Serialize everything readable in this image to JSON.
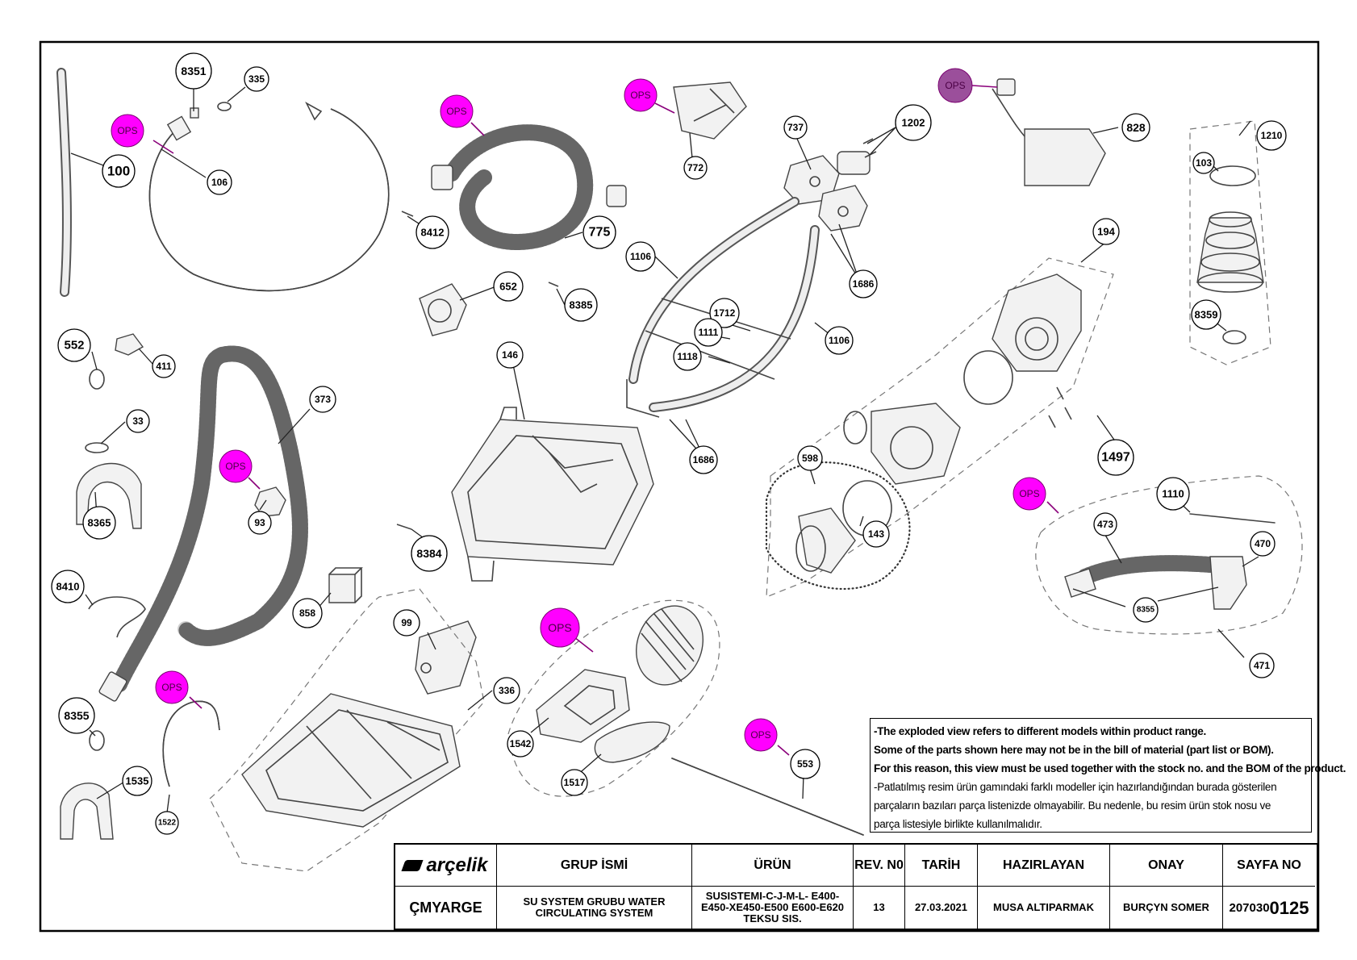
{
  "callouts": [
    {
      "id": "c100",
      "label": "100"
    },
    {
      "id": "c8351",
      "label": "8351"
    },
    {
      "id": "c335",
      "label": "335"
    },
    {
      "id": "c106",
      "label": "106"
    },
    {
      "id": "c775",
      "label": "775"
    },
    {
      "id": "c8412",
      "label": "8412"
    },
    {
      "id": "c652",
      "label": "652"
    },
    {
      "id": "c8385",
      "label": "8385"
    },
    {
      "id": "c772",
      "label": "772"
    },
    {
      "id": "c737",
      "label": "737"
    },
    {
      "id": "c1202",
      "label": "1202"
    },
    {
      "id": "c828",
      "label": "828"
    },
    {
      "id": "c1210",
      "label": "1210"
    },
    {
      "id": "c103",
      "label": "103"
    },
    {
      "id": "c8359",
      "label": "8359"
    },
    {
      "id": "c1106a",
      "label": "1106"
    },
    {
      "id": "c1686a",
      "label": "1686"
    },
    {
      "id": "c1712",
      "label": "1712"
    },
    {
      "id": "c1111",
      "label": "1111"
    },
    {
      "id": "c1106b",
      "label": "1106"
    },
    {
      "id": "c1118",
      "label": "1118"
    },
    {
      "id": "c1686b",
      "label": "1686"
    },
    {
      "id": "c194",
      "label": "194"
    },
    {
      "id": "c1497",
      "label": "1497"
    },
    {
      "id": "c552",
      "label": "552"
    },
    {
      "id": "c411",
      "label": "411"
    },
    {
      "id": "c146",
      "label": "146"
    },
    {
      "id": "c373",
      "label": "373"
    },
    {
      "id": "c33",
      "label": "33"
    },
    {
      "id": "c8365",
      "label": "8365"
    },
    {
      "id": "c93",
      "label": "93"
    },
    {
      "id": "c598",
      "label": "598"
    },
    {
      "id": "c143",
      "label": "143"
    },
    {
      "id": "c8384",
      "label": "8384"
    },
    {
      "id": "c8410",
      "label": "8410"
    },
    {
      "id": "c858",
      "label": "858"
    },
    {
      "id": "c99",
      "label": "99"
    },
    {
      "id": "c1110",
      "label": "1110"
    },
    {
      "id": "c473",
      "label": "473"
    },
    {
      "id": "c470",
      "label": "470"
    },
    {
      "id": "c8355a",
      "label": "8355"
    },
    {
      "id": "c471",
      "label": "471"
    },
    {
      "id": "c336",
      "label": "336"
    },
    {
      "id": "c8355b",
      "label": "8355"
    },
    {
      "id": "c1542",
      "label": "1542"
    },
    {
      "id": "c1517",
      "label": "1517"
    },
    {
      "id": "c553",
      "label": "553"
    },
    {
      "id": "c1535",
      "label": "1535"
    },
    {
      "id": "c1522",
      "label": "1522"
    }
  ],
  "ops_label": "OPS",
  "ops_colors": {
    "default": "#ff00ff",
    "alternate": "#9b4f9b"
  },
  "notes": [
    "-The exploded view refers to different models within product range.",
    "Some of the parts shown here may not be in the bill of material (part list or BOM).",
    "For this reason, this view must be used together with the stock no. and the BOM of the product.",
    "-Patlatılmış resim ürün gamındaki farklı modeller için hazırlandığından burada gösterilen",
    "parçaların bazıları parça listenizde olmayabilir. Bu nedenle, bu resim ürün stok nosu ve",
    "parça listesiyle birlikte kullanılmalıdır."
  ],
  "title_block": {
    "logo": "arçelik",
    "headers": {
      "group": "GRUP İSMİ",
      "product": "ÜRÜN",
      "rev": "REV. N0",
      "date": "TARİH",
      "prepared": "HAZIRLAYAN",
      "approved": "ONAY",
      "page": "SAYFA NO"
    },
    "values": {
      "dept": "ÇMYARGE",
      "group": "SU SYSTEM GRUBU WATER CIRCULATING SYSTEM",
      "product": "SUSISTEMI-C-J-M-L- E400-E450-XE450-E500 E600-E620 TEKSU SIS.",
      "rev": "13",
      "date": "27.03.2021",
      "prepared": "MUSA ALTIPARMAK",
      "approved": "BURÇYN SOMER",
      "page_prefix": "207030",
      "page_suffix": "0125"
    }
  }
}
